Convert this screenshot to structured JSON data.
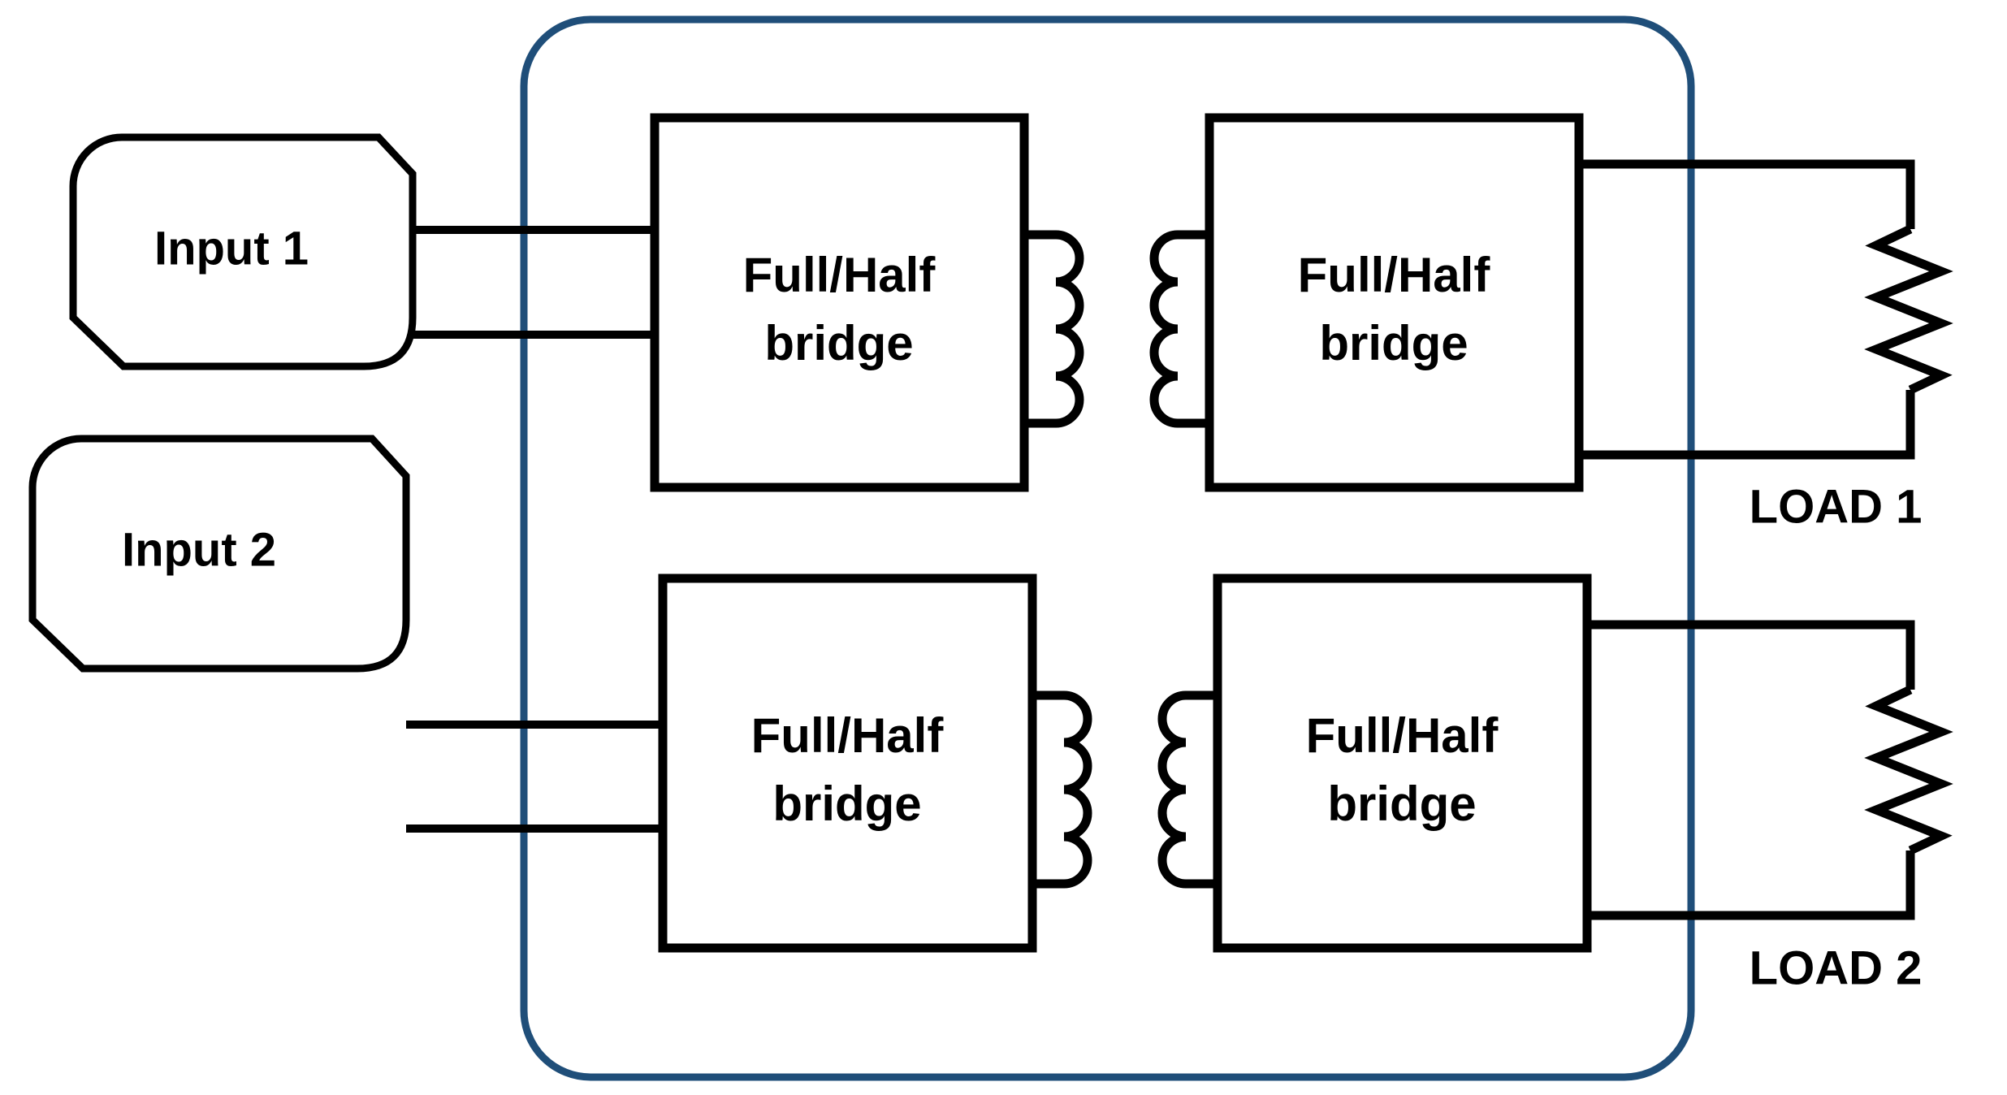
{
  "diagram": {
    "title": "Dual-input dual-output isolated DC-DC converter block diagram",
    "colors": {
      "line": "#000000",
      "enclosure": "#1F4E79",
      "background": "#FFFFFF"
    },
    "enclosure": {
      "name": "converter-enclosure",
      "shape": "rounded-rectangle",
      "stroke": "#1F4E79"
    },
    "inputs": [
      {
        "id": "input-1",
        "label": "Input 1"
      },
      {
        "id": "input-2",
        "label": "Input 2"
      }
    ],
    "bridges": [
      {
        "id": "bridge-1-primary",
        "label": "Full/Half bridge",
        "line1": "Full/Half",
        "line2": "bridge"
      },
      {
        "id": "bridge-1-secondary",
        "label": "Full/Half bridge",
        "line1": "Full/Half",
        "line2": "bridge"
      },
      {
        "id": "bridge-2-primary",
        "label": "Full/Half bridge",
        "line1": "Full/Half",
        "line2": "bridge"
      },
      {
        "id": "bridge-2-secondary",
        "label": "Full/Half bridge",
        "line1": "Full/Half",
        "line2": "bridge"
      }
    ],
    "transformers": [
      {
        "id": "transformer-1",
        "turns": 4
      },
      {
        "id": "transformer-2",
        "turns": 4
      }
    ],
    "loads": [
      {
        "id": "load-1",
        "label": "LOAD 1",
        "symbol": "resistor-zigzag"
      },
      {
        "id": "load-2",
        "label": "LOAD 2",
        "symbol": "resistor-zigzag"
      }
    ]
  }
}
